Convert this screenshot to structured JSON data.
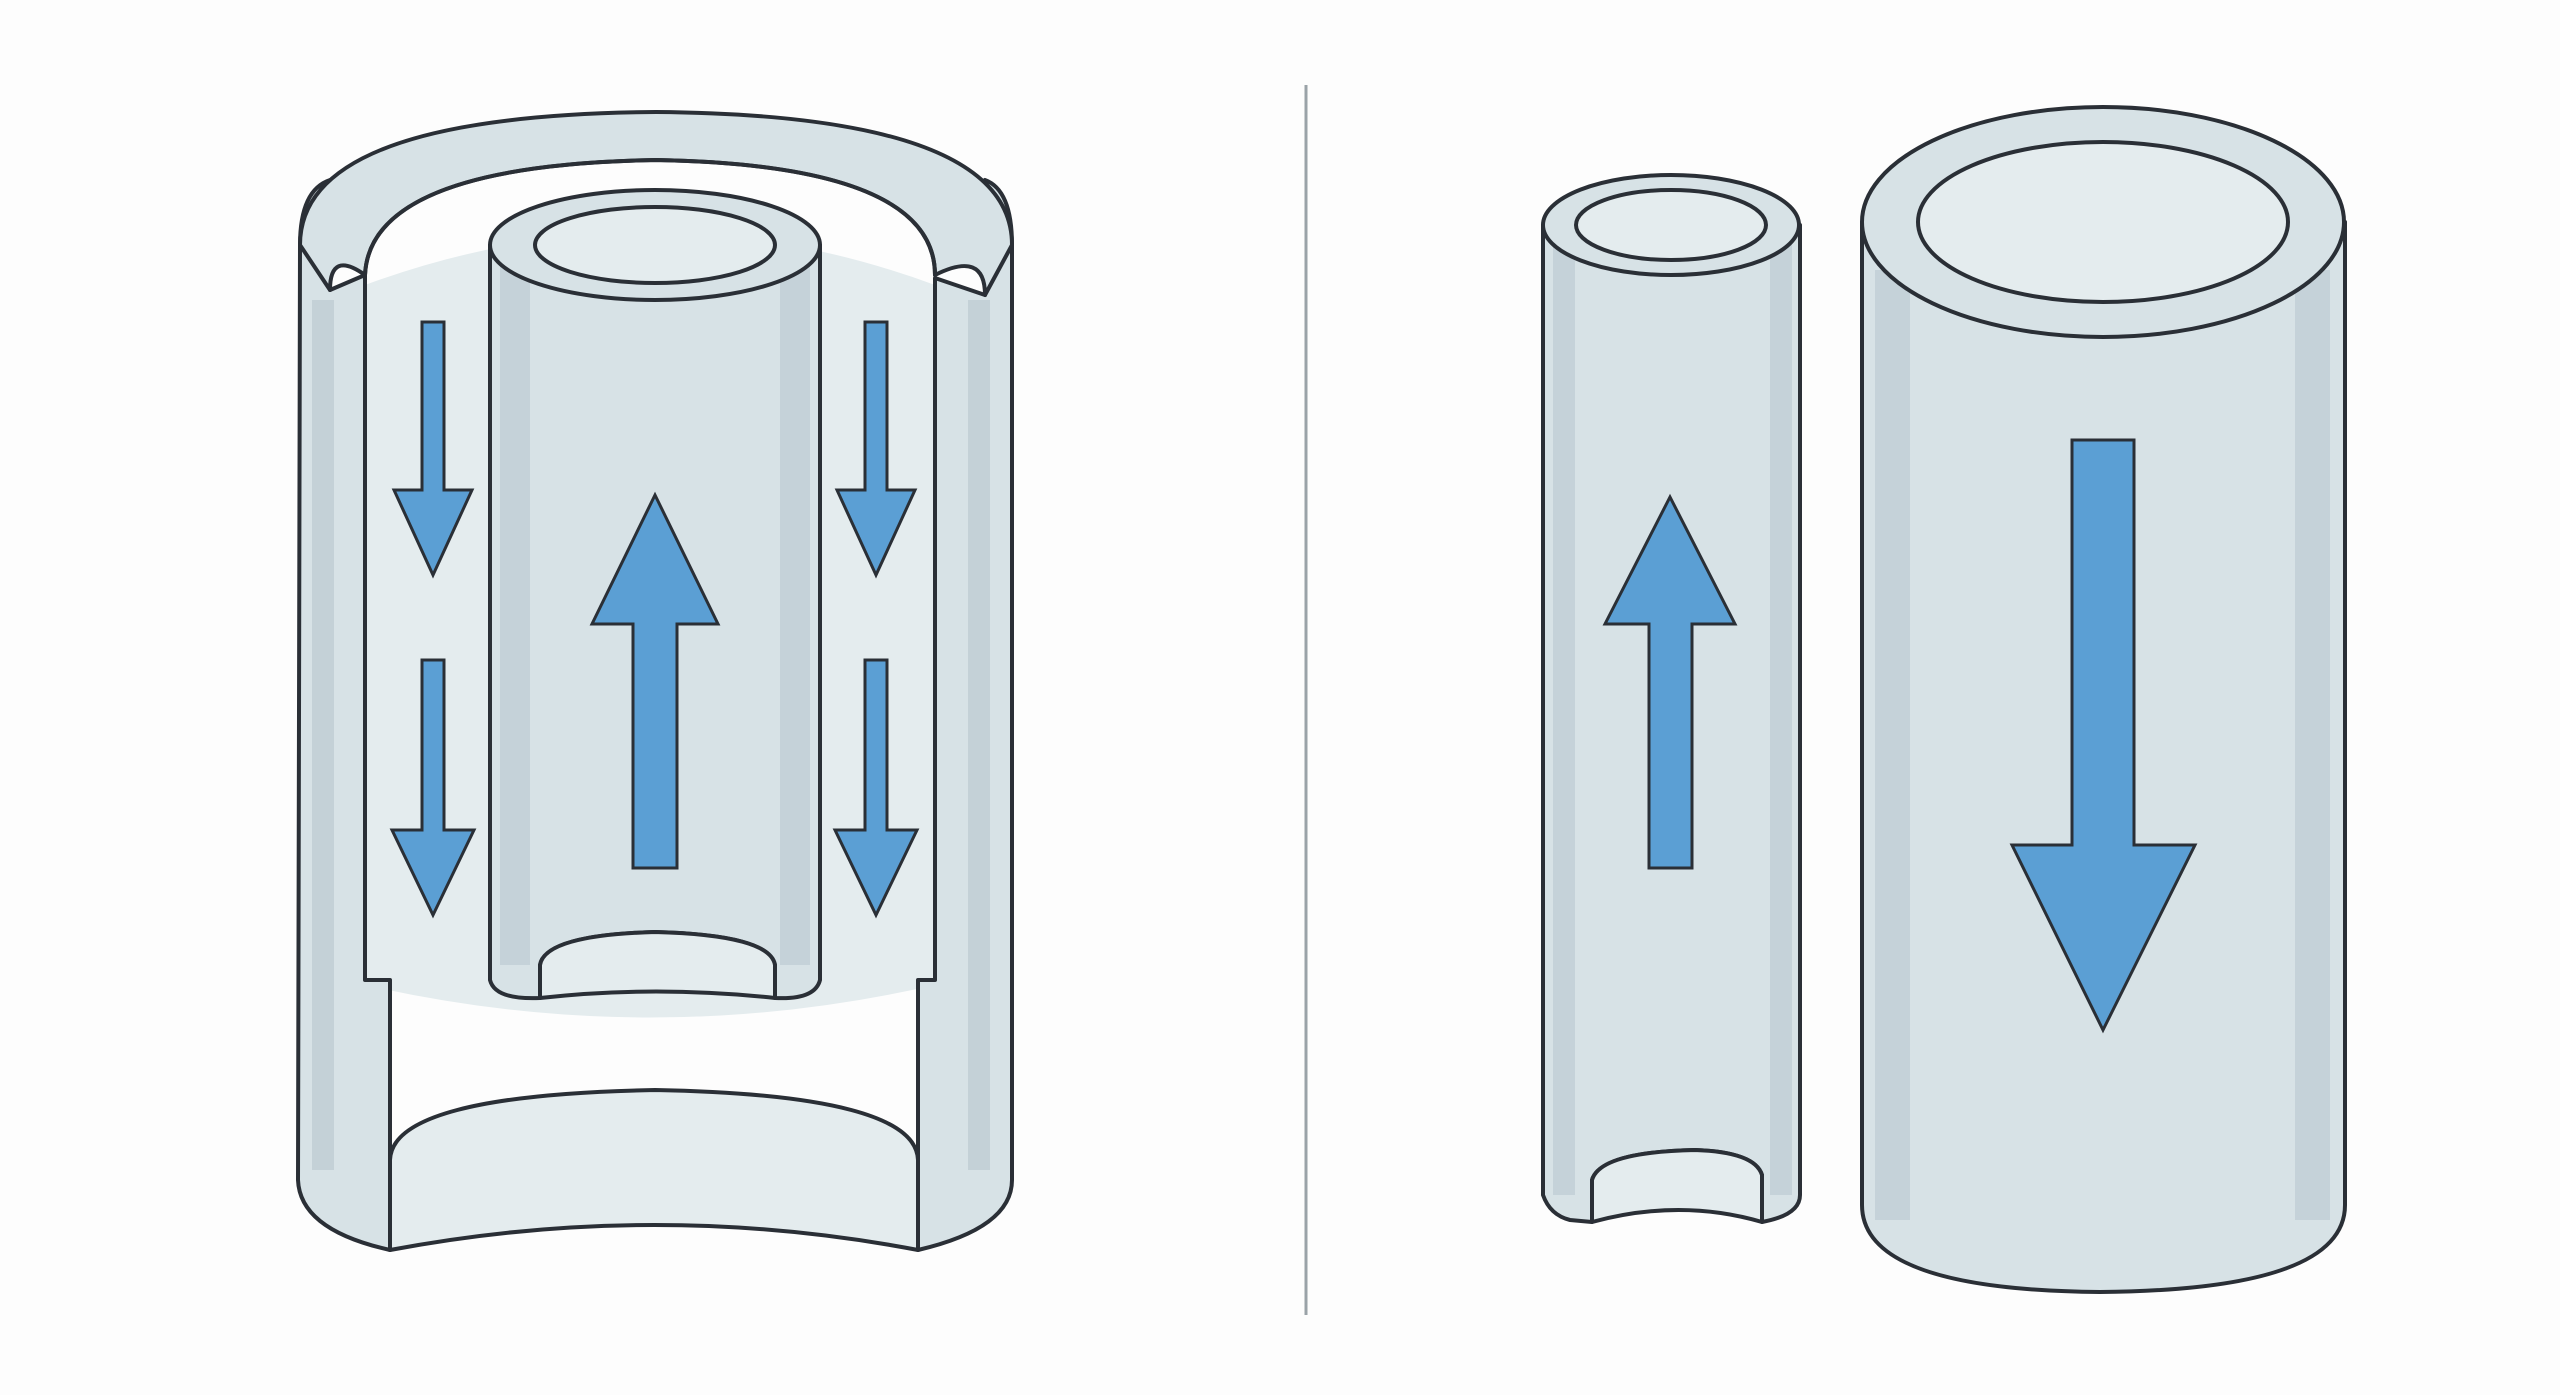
{
  "colors": {
    "background": "#fdfdfd",
    "pipe_fill": "#d7e2e6",
    "pipe_inner": "#e4ecee",
    "pipe_shade": "#b4c2cb",
    "pipe_highlight": "#eaf0f2",
    "outline": "#2a2f36",
    "arrow_fill": "#5b9fd4",
    "divider": "#9aa3a8"
  },
  "panels": [
    {
      "id": "concentric",
      "flows": [
        {
          "channel": "annulus-left",
          "direction": "down",
          "arrows": 2
        },
        {
          "channel": "inner-tube",
          "direction": "up",
          "arrows": 1
        },
        {
          "channel": "annulus-right",
          "direction": "down",
          "arrows": 2
        }
      ]
    },
    {
      "id": "separate-tubes",
      "flows": [
        {
          "channel": "narrow-tube",
          "direction": "up",
          "arrows": 1
        },
        {
          "channel": "wide-tube",
          "direction": "down",
          "arrows": 1
        }
      ]
    }
  ],
  "icons": [
    "arrow-up-icon",
    "arrow-down-icon"
  ]
}
